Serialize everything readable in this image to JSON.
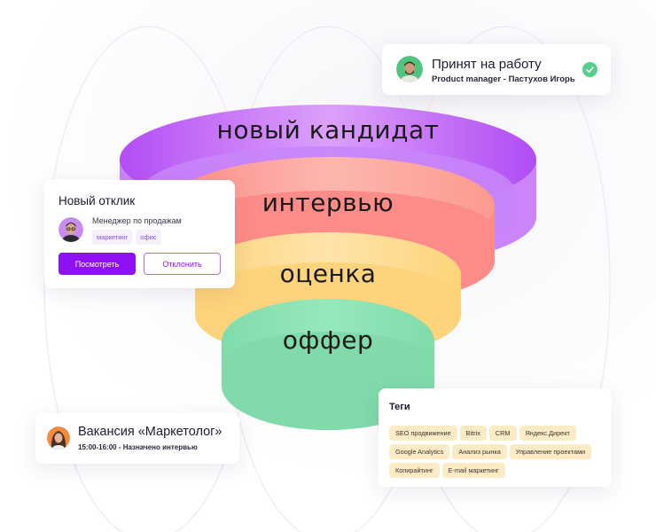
{
  "funnel": {
    "stages": [
      {
        "label": "новый кандидат",
        "color_top": "#dfa9fb",
        "color_side": "#b45af5"
      },
      {
        "label": "интервью",
        "color_top": "#fdb0a6",
        "color_side": "#fc8a86"
      },
      {
        "label": "оценка",
        "color_top": "#fee0a1",
        "color_side": "#fdd378"
      },
      {
        "label": "оффер",
        "color_top": "#92e7b8",
        "color_side": "#7fdaa8"
      }
    ]
  },
  "hired_card": {
    "title": "Принят на работу",
    "subtitle": "Product manager - Пастухов Игорь",
    "avatar_bg": "#4fc47e",
    "status_icon": "check-circle-icon",
    "status_color": "#56cf8a"
  },
  "response_card": {
    "title": "Новый отклик",
    "role": "Менеджер по продажам",
    "avatar_bg": "#c88cf0",
    "tags": [
      "маркетинг",
      "офис"
    ],
    "view_label": "Посмотреть",
    "reject_label": "Отклонить",
    "accent": "#8e10f5"
  },
  "vacancy_card": {
    "title": "Вакансия «Маркетолог»",
    "subtitle": "15:00-16:00 - Назначено интервью",
    "avatar_bg": "#f08a3e"
  },
  "tags_card": {
    "title": "Теги",
    "chips": [
      "SEO продвижение",
      "Bitrix",
      "CRM",
      "Яндекс.Директ",
      "Google Analytics",
      "Анализ рынка",
      "Управление проектами",
      "Копирайтинг",
      "E-mail маркетинг"
    ],
    "chip_bg": "#fdebc6"
  }
}
